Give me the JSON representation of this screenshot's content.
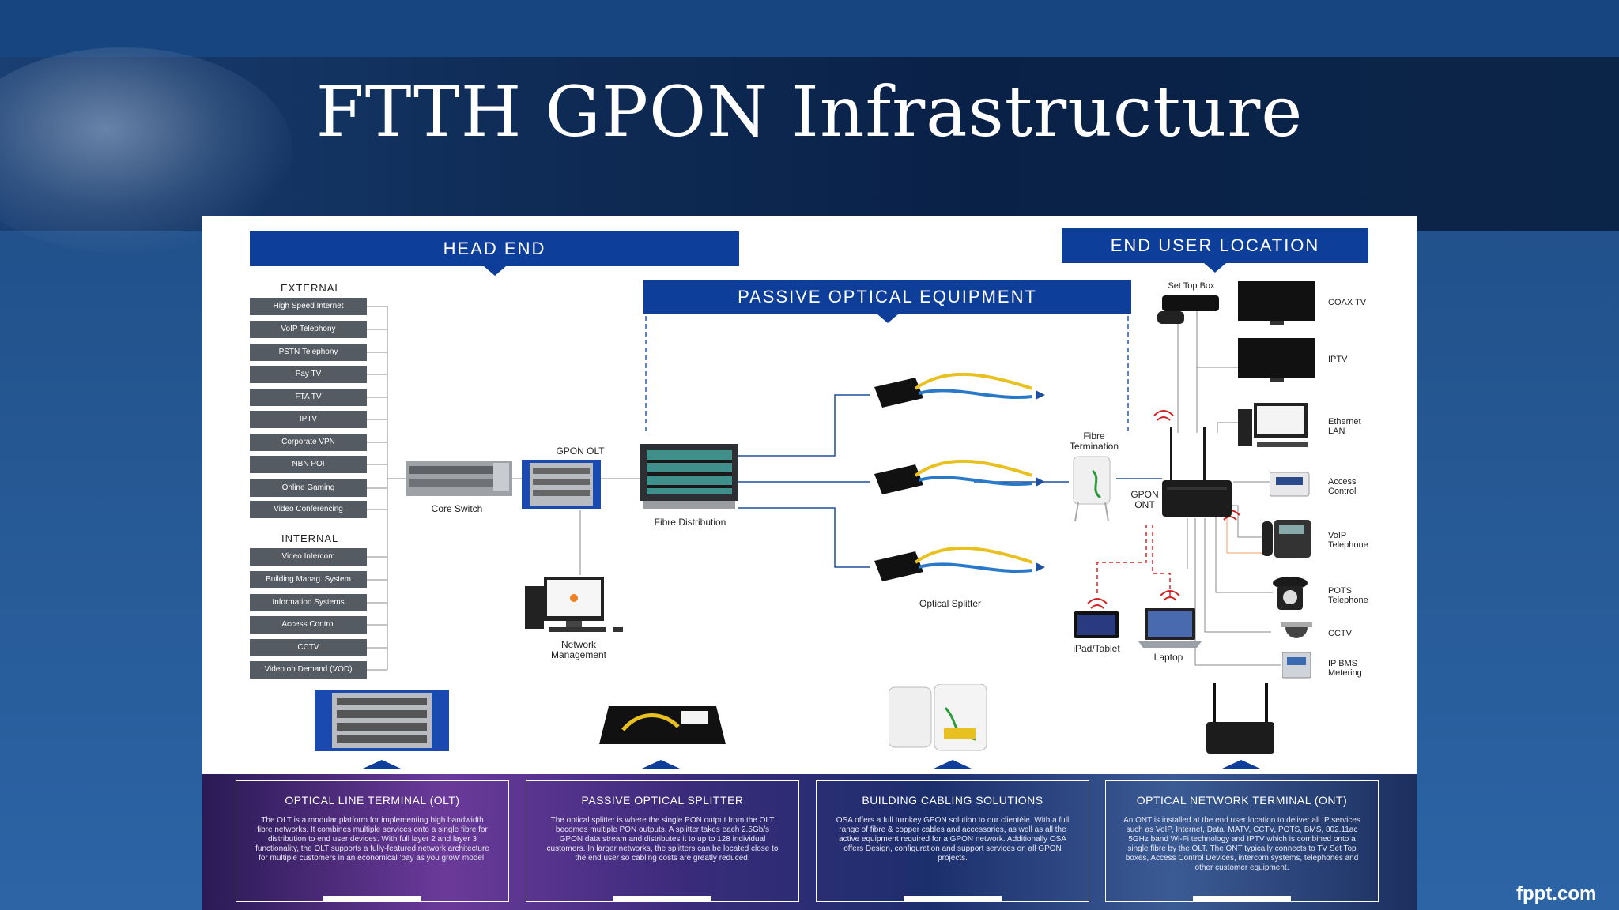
{
  "slide": {
    "title": "FTTH GPON Infrastructure",
    "watermark": "fppt.com"
  },
  "banners": {
    "head_end": "HEAD END",
    "passive": "PASSIVE OPTICAL EQUIPMENT",
    "end_user": "END USER LOCATION"
  },
  "services": {
    "external_label": "EXTERNAL",
    "external": [
      "High Speed Internet",
      "VoIP Telephony",
      "PSTN Telephony",
      "Pay TV",
      "FTA TV",
      "IPTV",
      "Corporate VPN",
      "NBN POI",
      "Online Gaming",
      "Video Conferencing"
    ],
    "internal_label": "INTERNAL",
    "internal": [
      "Video Intercom",
      "Building Manag. System",
      "Information Systems",
      "Access Control",
      "CCTV",
      "Video on Demand (VOD)"
    ]
  },
  "devices": {
    "core_switch": "Core Switch",
    "gpon_olt": "GPON OLT",
    "fibre_distribution": "Fibre Distribution",
    "network_management": "Network\nManagement",
    "optical_splitter": "Optical Splitter",
    "fibre_termination": "Fibre\nTermination",
    "gpon_ont": "GPON\nONT",
    "ipad_tablet": "iPad/Tablet",
    "laptop": "Laptop",
    "set_top_box": "Set Top Box"
  },
  "end_points": [
    "COAX TV",
    "IPTV",
    "Ethernet\nLAN",
    "Access\nControl",
    "VoIP\nTelephone",
    "POTS\nTelephone",
    "CCTV",
    "IP BMS\nMetering"
  ],
  "info_boxes": [
    {
      "title": "OPTICAL LINE TERMINAL (OLT)",
      "body": "The OLT is a modular platform for implementing high bandwidth fibre networks. It combines multiple services onto a single fibre for distribution to end user devices. With full layer 2 and layer 3 functionality, the OLT supports a fully-featured network architecture for multiple customers in an economical 'pay as you grow' model."
    },
    {
      "title": "PASSIVE OPTICAL SPLITTER",
      "body": "The optical splitter is where the single PON output from the OLT becomes multiple PON outputs. A splitter takes each 2.5Gb/s GPON data stream and distributes it to up to 128 individual customers. In larger networks, the splitters can be located close to the end user so cabling costs are greatly reduced."
    },
    {
      "title": "BUILDING CABLING SOLUTIONS",
      "body": "OSA offers a full turnkey GPON solution to our clientèle. With a full range of fibre & copper cables and accessories, as well as all the active equipment required for a GPON network. Additionally OSA offers Design, configuration and support services on all GPON projects."
    },
    {
      "title": "OPTICAL NETWORK TERMINAL (ONT)",
      "body": "An ONT is installed at the end user location to deliver all IP services such as VoIP, Internet, Data, MATV, CCTV, POTS, BMS, 802.11ac 5GHz band Wi-Fi technology and IPTV which is combined onto a single fibre by the OLT. The ONT typically connects to TV Set Top boxes, Access Control Devices, intercom systems, telephones and other customer equipment."
    }
  ],
  "colors": {
    "banner": "#0d3f9a",
    "service_box": "#555b63",
    "fibre_blue": "#1e4f9c",
    "signal_red": "#e02020"
  }
}
